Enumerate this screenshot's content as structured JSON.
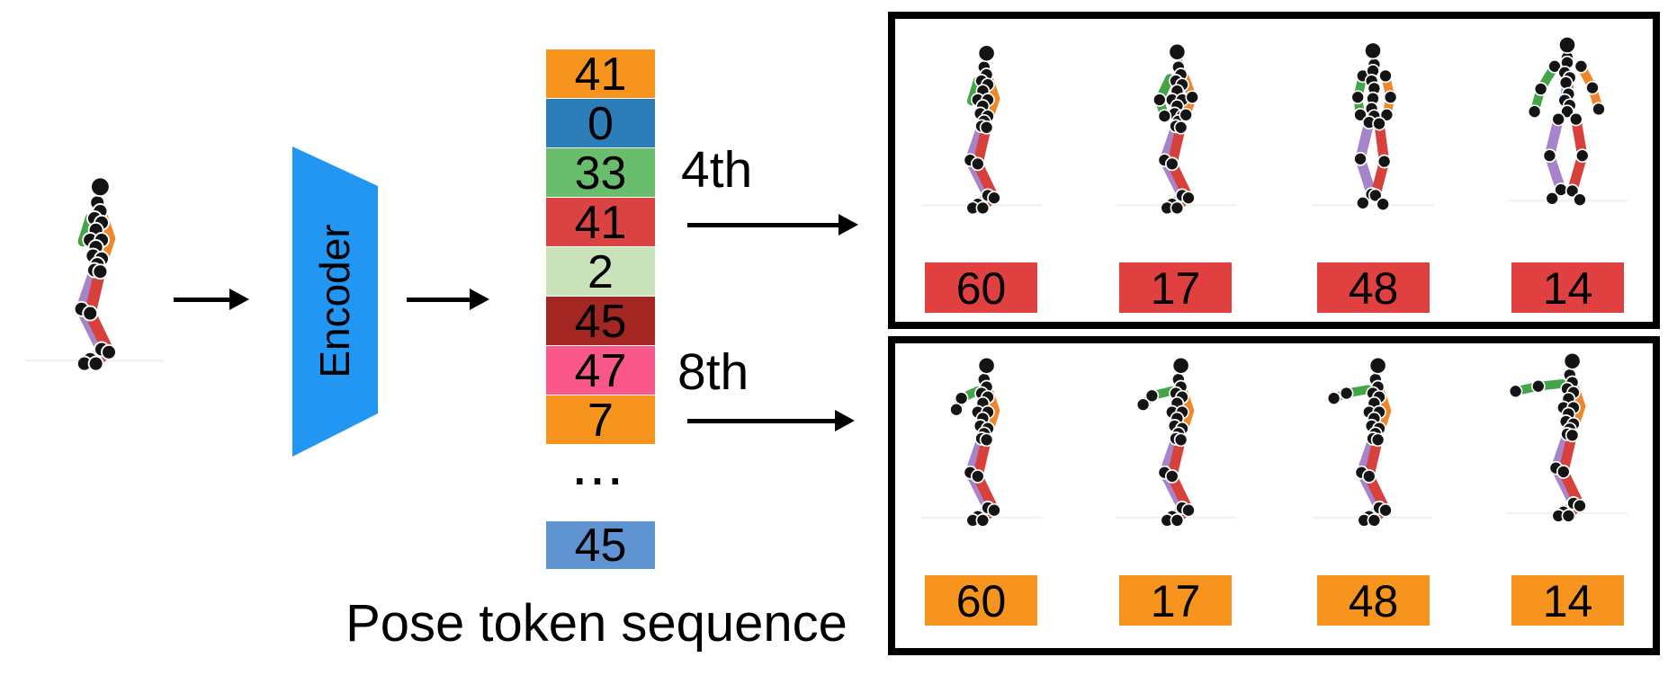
{
  "figure": {
    "caption": "Pose token sequence",
    "encoder_label": "Encoder",
    "ellipsis": "...",
    "token_sequence": [
      {
        "value": "41",
        "bg": "#F7941E"
      },
      {
        "value": "0",
        "bg": "#2D7DB8"
      },
      {
        "value": "33",
        "bg": "#69BE6E"
      },
      {
        "value": "41",
        "bg": "#DB4343"
      },
      {
        "value": "2",
        "bg": "#C9E3BB"
      },
      {
        "value": "45",
        "bg": "#A32622"
      },
      {
        "value": "47",
        "bg": "#F9568A"
      },
      {
        "value": "7",
        "bg": "#F7941E"
      }
    ],
    "tail_token": {
      "value": "45",
      "bg": "#5F93D2"
    },
    "branches": [
      {
        "label": "4th",
        "label_bg": "#E04040",
        "outputs": [
          "60",
          "17",
          "48",
          "14"
        ]
      },
      {
        "label": "8th",
        "label_bg": "#F7941E",
        "outputs": [
          "60",
          "17",
          "48",
          "14"
        ]
      }
    ],
    "colors": {
      "encoder_fill": "#2196F3",
      "arrow": "#000000",
      "box_border": "#000000",
      "limb_orange": "#F0862C",
      "limb_green": "#44A548",
      "limb_purple": "#A584C9",
      "limb_red": "#D8403C",
      "limb_blue": "#4F9BD9",
      "limb_brown": "#8E5A50",
      "joint": "#141414"
    }
  }
}
